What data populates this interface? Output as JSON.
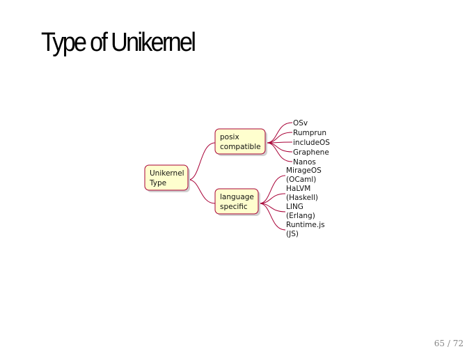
{
  "slide": {
    "title": "Type of Unikernel",
    "page_number": "65 / 72"
  },
  "mindmap": {
    "root": {
      "line1": "Unikernel",
      "line2": "Type"
    },
    "branch_posix": {
      "line1": "posix",
      "line2": "compatible",
      "children": [
        "OSv",
        "Rumprun",
        "includeOS",
        "Graphene",
        "Nanos"
      ]
    },
    "branch_language": {
      "line1": "language",
      "line2": "specific",
      "children": [
        {
          "line1": "MirageOS",
          "line2": "(OCaml)"
        },
        {
          "line1": "HaLVM",
          "line2": "(Haskell)"
        },
        {
          "line1": "LING",
          "line2": "(Erlang)"
        },
        {
          "line1": "Runtime.js",
          "line2": "(JS)"
        }
      ]
    },
    "colors": {
      "node_fill": "#fefece",
      "node_border": "#a80036",
      "edge": "#a80036"
    }
  }
}
